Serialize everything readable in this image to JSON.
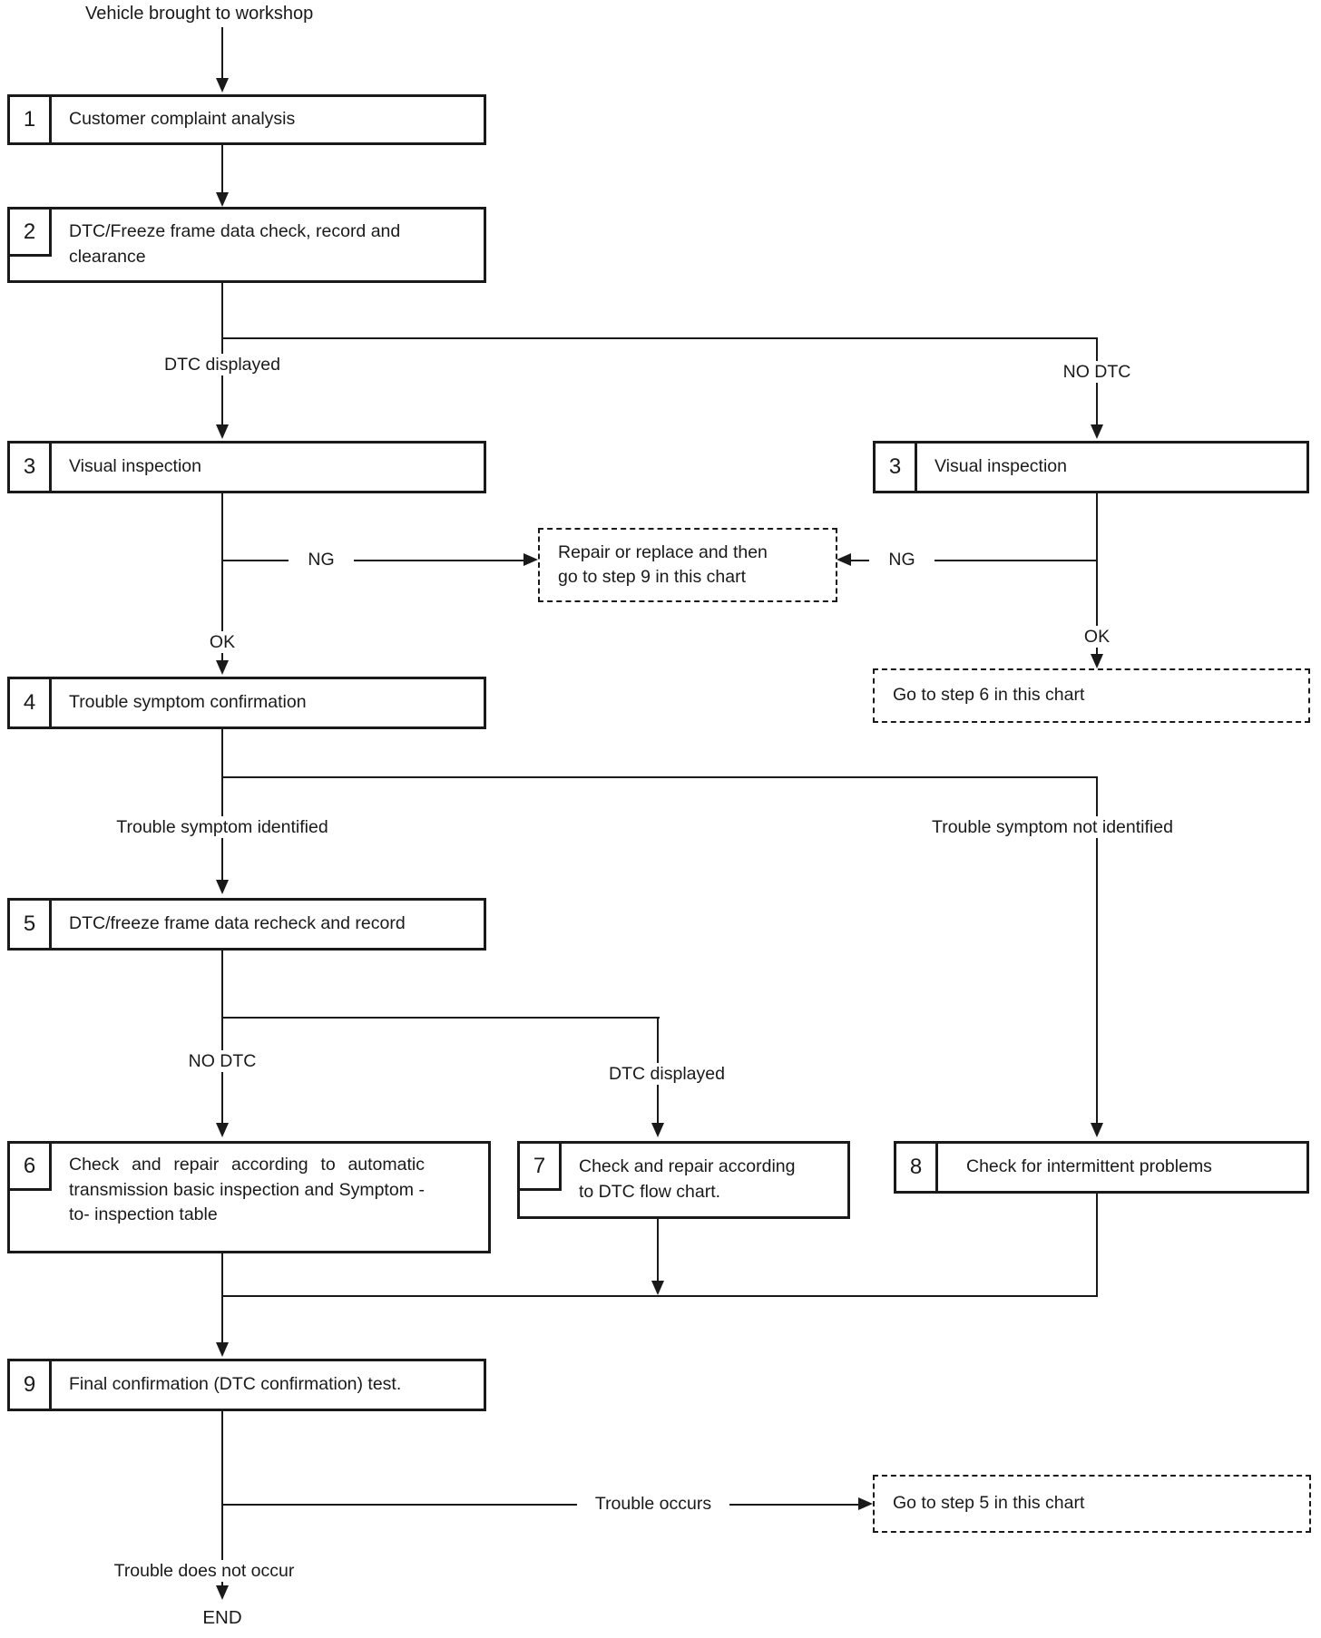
{
  "title": "Vehicle brought to workshop",
  "end_label": "END",
  "colors": {
    "ink": "#1a1a1a",
    "paper": "#ffffff"
  },
  "steps": {
    "s1": {
      "num": "1",
      "label": "Customer complaint analysis"
    },
    "s2": {
      "num": "2",
      "label": "DTC/Freeze frame data check, record and clearance"
    },
    "s3a": {
      "num": "3",
      "label": "Visual inspection"
    },
    "s3b": {
      "num": "3",
      "label": "Visual inspection"
    },
    "s4": {
      "num": "4",
      "label": "Trouble symptom confirmation"
    },
    "s5": {
      "num": "5",
      "label": "DTC/freeze frame data recheck and record"
    },
    "s6": {
      "num": "6",
      "label": "Check and repair according to automatic transmission basic inspection and Symptom -to- inspection table"
    },
    "s7": {
      "num": "7",
      "label": "Check and repair according to DTC flow chart."
    },
    "s8": {
      "num": "8",
      "label": "Check for intermittent problems"
    },
    "s9": {
      "num": "9",
      "label": "Final confirmation (DTC confirmation) test."
    }
  },
  "refs": {
    "repair": "Repair or replace and then go to step 9 in this chart",
    "goto6": "Go to step 6 in this chart",
    "goto5": "Go to step 5 in this chart"
  },
  "edges": {
    "dtc_displayed": "DTC displayed",
    "no_dtc": "NO DTC",
    "ng_left": "NG",
    "ng_right": "NG",
    "ok_left": "OK",
    "ok_right": "OK",
    "identified": "Trouble symptom identified",
    "not_identified": "Trouble symptom not identified",
    "no_dtc_2": "NO DTC",
    "dtc_displayed_2": "DTC displayed",
    "occurs": "Trouble occurs",
    "not_occur": "Trouble does not occur"
  }
}
